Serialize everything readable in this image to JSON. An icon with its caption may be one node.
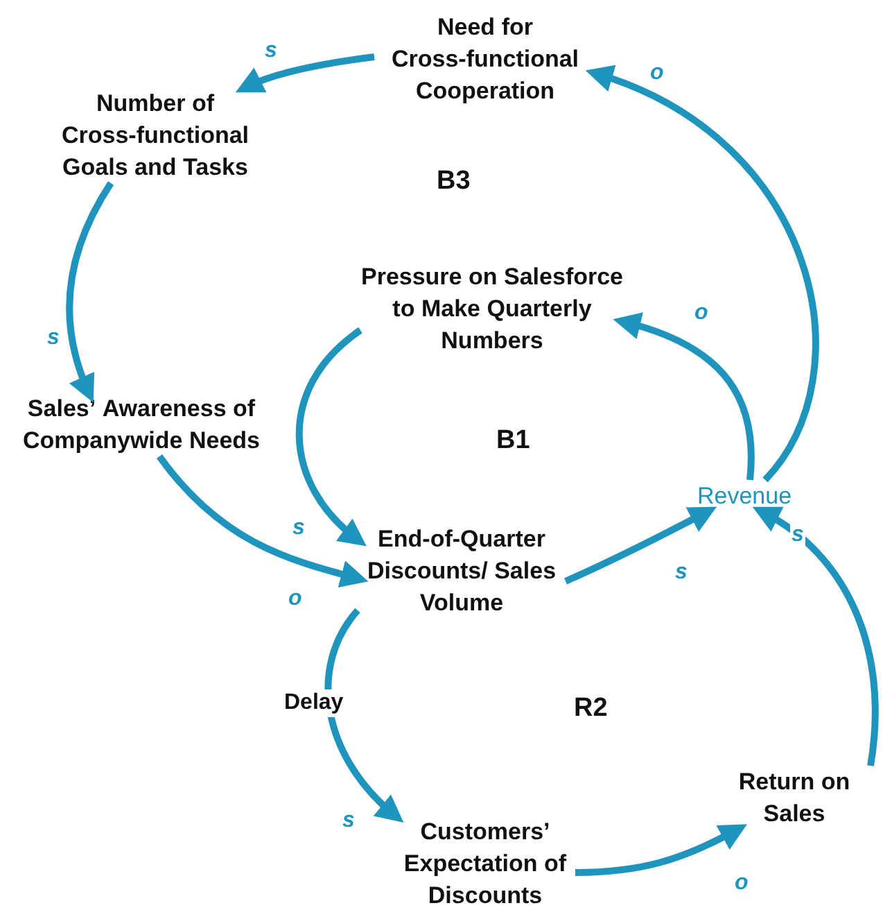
{
  "diagram": {
    "nodes": [
      {
        "text": [
          "Need for Cross-functional Cooperation"
        ]
      },
      {
        "text": [
          "Number of Cross-functional Goals and Tasks"
        ]
      },
      {
        "text": [
          "Pressure on Salesforce to Make Quarterly Numbers"
        ]
      },
      {
        "text": [
          "Sales’ Awareness of Companywide Needs"
        ]
      },
      {
        "text": [
          "End-of-Quarter Discounts/ Sales Volume"
        ]
      },
      {
        "text": [
          "Revenue"
        ]
      },
      {
        "text": [
          "Customers’ Expectation of Discounts"
        ]
      },
      {
        "text": [
          "Return on Sales"
        ]
      }
    ],
    "edges": [
      {
        "from": 0,
        "to": 1,
        "arrow": "to",
        "label": "s"
      },
      {
        "from": 1,
        "to": 3,
        "arrow": "to",
        "label": "s"
      },
      {
        "from": 3,
        "to": 4,
        "arrow": "to",
        "label": "o"
      },
      {
        "from": 2,
        "to": 4,
        "arrow": "to",
        "label": "s"
      },
      {
        "from": 4,
        "to": 5,
        "arrow": "to",
        "label": "s"
      },
      {
        "from": 5,
        "to": 2,
        "arrow": "to",
        "label": "o"
      },
      {
        "from": 5,
        "to": 0,
        "arrow": "to",
        "label": "o"
      },
      {
        "from": 4,
        "to": 6,
        "arrow": "to",
        "label": "s"
      },
      {
        "from": 6,
        "to": 7,
        "arrow": "to",
        "label": "o"
      },
      {
        "from": 7,
        "to": 5,
        "arrow": "to",
        "label": "s"
      }
    ],
    "labels": [
      "B3",
      "B1",
      "Delay",
      "R2"
    ]
  }
}
